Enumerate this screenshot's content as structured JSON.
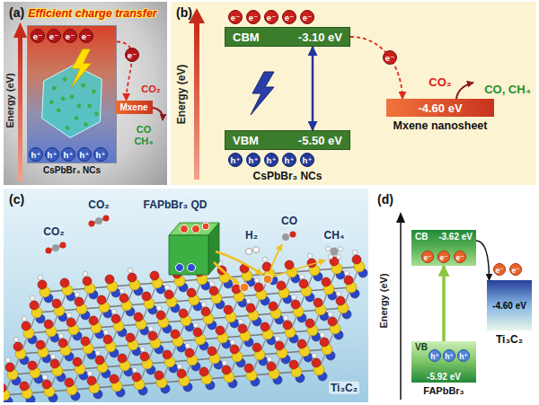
{
  "diagram": {
    "nodes": [
      {
        "text": [
          "(a)",
          "Efficient charge transfer"
        ]
      },
      {
        "text": [
          "CsPbBr₃ NCs"
        ],
        "in": 0
      },
      {
        "text": [
          "Mxene"
        ],
        "in": 0
      },
      {
        "text": [
          "(b)"
        ]
      },
      {
        "text": [
          "CBM",
          "-3.10 eV"
        ],
        "in": 3
      },
      {
        "text": [
          "VBM",
          "-5.50 eV"
        ],
        "in": 3
      },
      {
        "text": [
          "-4.60 eV",
          "Mxene nanosheet"
        ],
        "in": 3
      },
      {
        "text": [
          "(c)"
        ]
      },
      {
        "text": [
          "(d)"
        ]
      },
      {
        "text": [
          "CB",
          "-3.62 eV"
        ],
        "in": 8
      },
      {
        "text": [
          "VB",
          "-5.92 eV"
        ],
        "in": 8
      },
      {
        "text": [
          "-4.60 eV",
          "Ti₃C₂"
        ],
        "in": 8
      }
    ],
    "edges": [
      {
        "from": 1,
        "to": 2,
        "arrow": "to"
      },
      {
        "from": 4,
        "to": 6,
        "arrow": "to"
      },
      {
        "from": 4,
        "to": 5,
        "arrow": "both"
      },
      {
        "from": 10,
        "to": 9,
        "arrow": "to"
      },
      {
        "from": 9,
        "to": 11,
        "arrow": "to"
      }
    ],
    "labels": [
      "Energy (eV)",
      "e⁻",
      "e⁻",
      "e⁻",
      "e⁻",
      "e⁻",
      "h⁺",
      "h⁺",
      "h⁺",
      "h⁺",
      "h⁺",
      "CO₂",
      "CO",
      "CH₄",
      "Energy (eV)",
      "e⁻",
      "e⁻",
      "e⁻",
      "e⁻",
      "e⁻",
      "e⁻",
      "h⁺",
      "h⁺",
      "h⁺",
      "h⁺",
      "h⁺",
      "CsPbBr₃ NCs",
      "CO₂",
      "CO, CH₄",
      "FAPbBr₃ QD",
      "CO₂",
      "CO₂",
      "H₂",
      "CO",
      "CH₄",
      "Ti₃C₂",
      "Energy (eV)",
      "e⁻",
      "e⁻",
      "e⁻",
      "e⁻",
      "e⁻",
      "h⁺",
      "h⁺",
      "h⁺",
      "FAPbBr₃"
    ]
  }
}
